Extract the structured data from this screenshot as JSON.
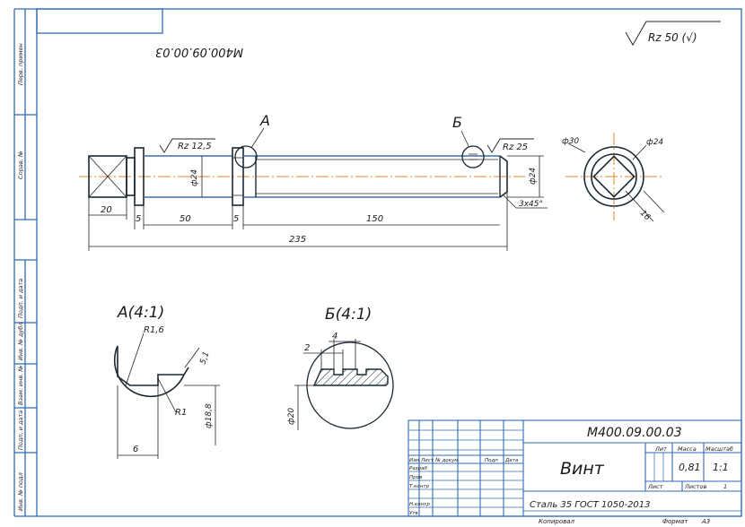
{
  "title_block": {
    "designation": "М400.09.00.03",
    "designation_mirrored": "М400.09.00.03",
    "part_name": "Винт",
    "material": "Сталь 35 ГОСТ 1050-2013",
    "hdr_lit": "Лит",
    "hdr_mass": "Масса",
    "hdr_scale": "Масштаб",
    "mass": "0,81",
    "scale": "1:1",
    "sheet_label": "Лист",
    "sheets_label": "Листов",
    "sheets_count": "1",
    "col_izm": "Изм",
    "col_list": "Лист",
    "col_docnum": "№ докум.",
    "col_sign": "Подп",
    "col_date": "Дата",
    "row_razrab": "Разраб",
    "row_prov": "Пров",
    "row_tkontr": "Т.контр",
    "row_nkontr": "Н.контр",
    "row_utv": "Утв",
    "kopiroval": "Копировал",
    "format_label": "Формат",
    "format_value": "А3"
  },
  "margin_labels": {
    "perv_primen": "Перв. примен",
    "sprav_no": "Справ. №",
    "podp_data_1": "Подп. и дата",
    "inv_dubl": "Инв. № дубл",
    "vzam_inv": "Взам. инв. №",
    "podp_data_2": "Подп. и дата",
    "inv_podl": "Инв. № подл"
  },
  "surface_finish": {
    "general": "Rz 50 (√)",
    "left": "Rz 12,5",
    "right": "Rz 25"
  },
  "callouts": {
    "a": "А",
    "b": "Б",
    "detail_a": "А(4:1)",
    "detail_b": "Б(4:1)"
  },
  "dimensions": {
    "d20": "20",
    "d5a": "5",
    "d50": "50",
    "d5b": "5",
    "d150": "150",
    "d235": "235",
    "phi24a": "ф24",
    "phi24b": "ф24",
    "chamfer": "3x45°",
    "phi30": "ф30",
    "phi24c": "ф24",
    "d16": "16",
    "r16": "R1,6",
    "r1": "R1",
    "phi18_8": "ф18,8",
    "d6": "6",
    "d5_1": "5,1",
    "d2": "2",
    "d4": "4",
    "phi20": "ф20"
  }
}
